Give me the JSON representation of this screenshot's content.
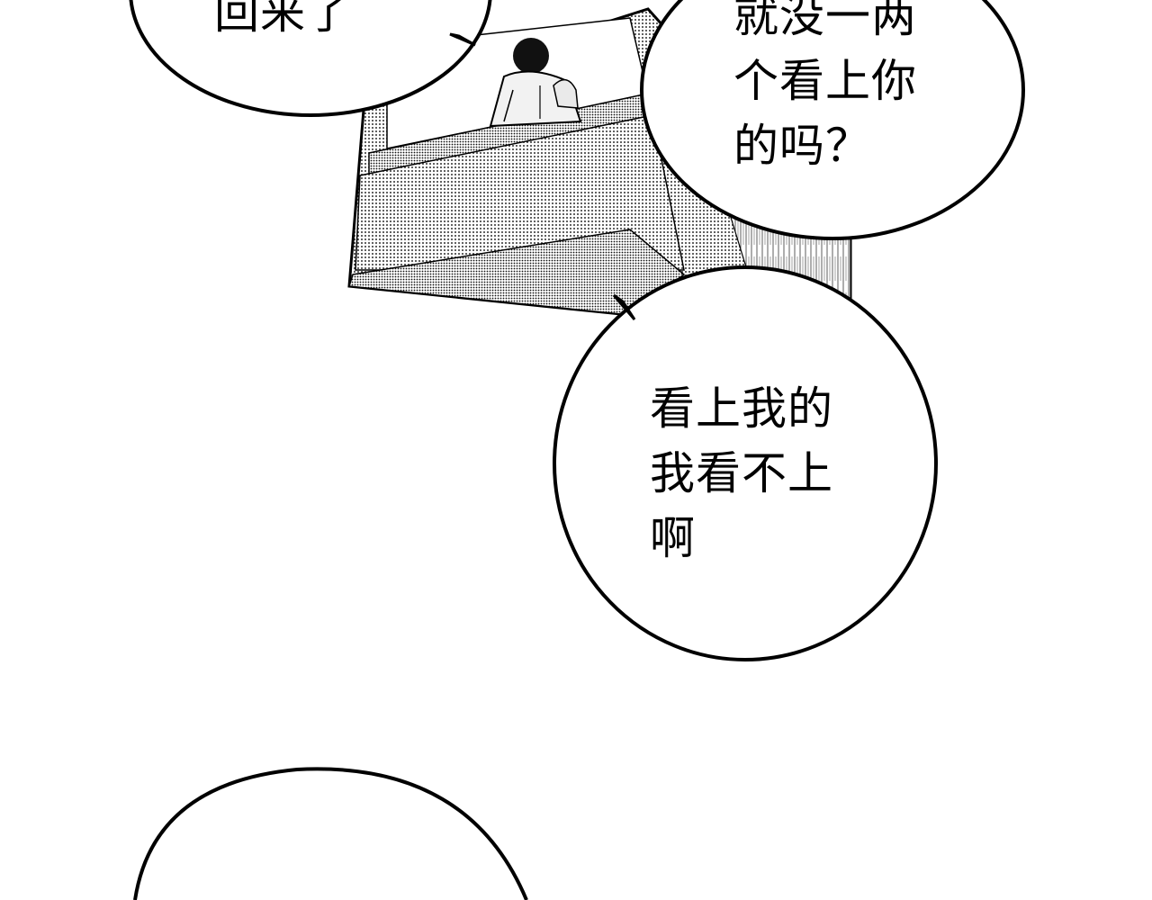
{
  "bubbles": {
    "top_left": {
      "lines": [
        "回来了"
      ]
    },
    "top_right": {
      "lines": [
        "就没一两",
        "个看上你",
        "的吗？"
      ]
    },
    "middle_right": {
      "lines": [
        "看上我的",
        "我看不上",
        "啊"
      ]
    },
    "bottom_left": {
      "lines": []
    }
  },
  "colors": {
    "ink": "#000000",
    "paper": "#ffffff"
  }
}
